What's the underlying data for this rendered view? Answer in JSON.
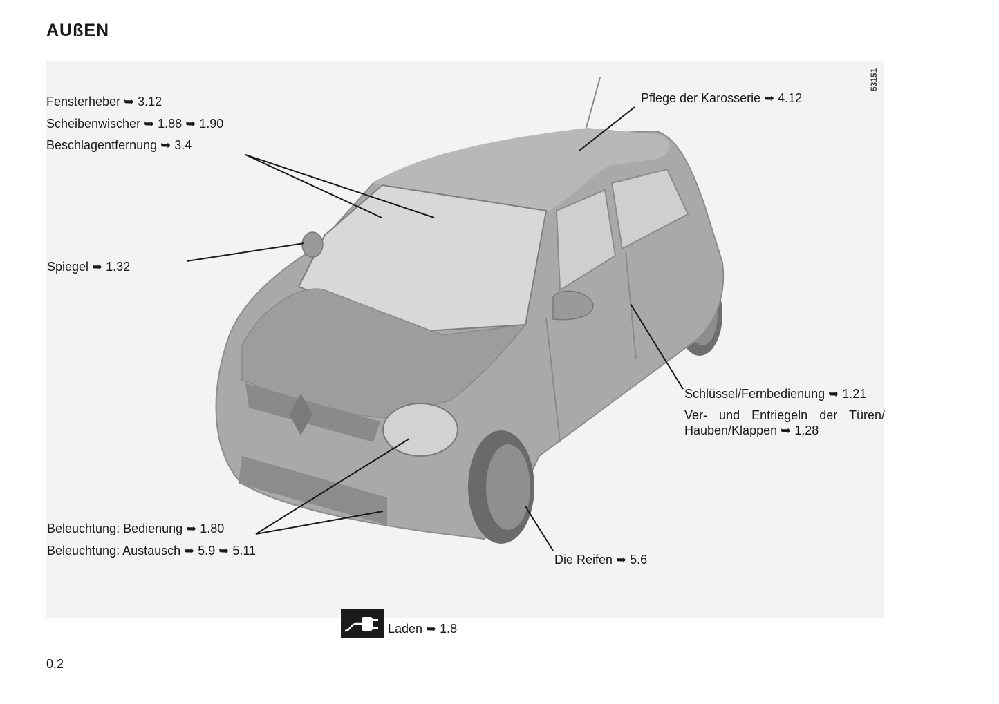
{
  "page": {
    "title": "AUßEN",
    "page_number": "0.2",
    "image_number": "53151"
  },
  "labels": {
    "fensterheber": "Fensterheber ➥ 3.12",
    "scheibenwischer": "Scheibenwischer ➥ 1.88 ➥ 1.90",
    "beschlagentfernung": "Beschlagentfernung ➥ 3.4",
    "spiegel": "Spiegel ➥ 1.32",
    "pflege": "Pflege der Karosserie ➥ 4.12",
    "schluessel": "Schlüssel/Fernbedienung ➥ 1.21",
    "verriegeln": "Ver- und Entriegeln der Türen/ Hauben/Klappen ➥ 1.28",
    "beleuchtung_bedienung": "Beleuchtung: Bedienung ➥ 1.80",
    "beleuchtung_austausch": "Beleuchtung: Austausch ➥ 5.9 ➥ 5.11",
    "reifen": "Die Reifen ➥ 5.6",
    "laden": "Laden ➥ 1.8"
  },
  "icons": {
    "charging": "charging-plug-icon"
  },
  "colors": {
    "panel": "#f3f3f3",
    "car_body": "#a9a9a9",
    "leader_line": "#1a1a1a"
  }
}
